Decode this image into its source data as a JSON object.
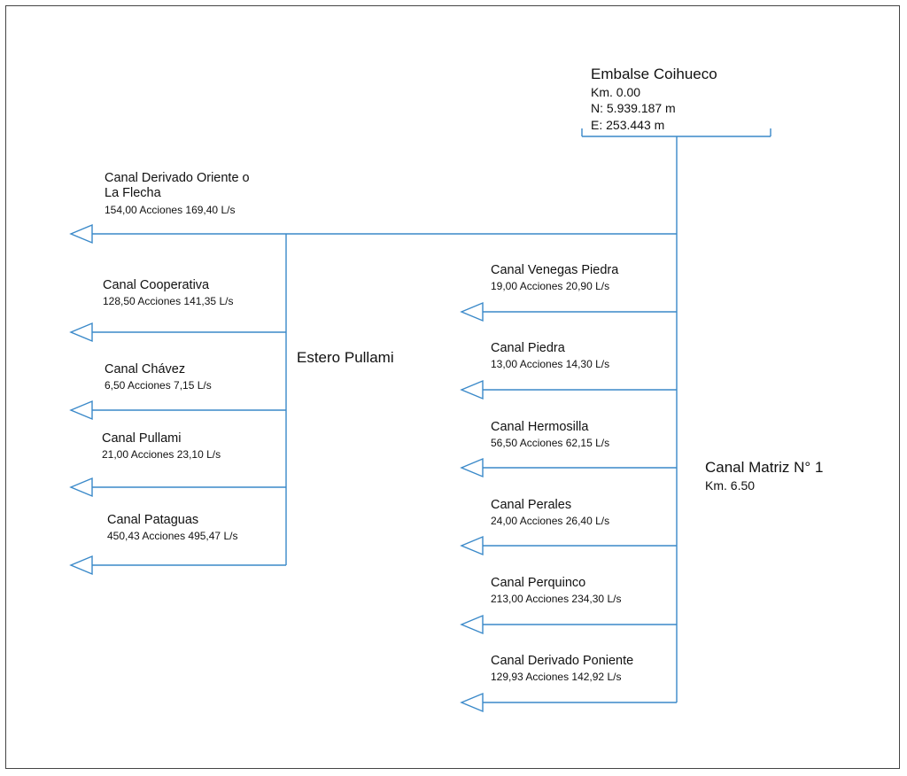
{
  "colors": {
    "line": "#3a89c9",
    "frame": "#444444",
    "text": "#111111"
  },
  "reservoir": {
    "name": "Embalse Coihueco",
    "km": "Km. 0.00",
    "north": "N: 5.939.187 m",
    "east": "E: 253.443 m"
  },
  "main_canal": {
    "name": "Canal Matriz N° 1",
    "km": "Km. 6.50"
  },
  "estero": {
    "name": "Estero Pullami"
  },
  "left_canals": [
    {
      "name_line1": "Canal Derivado Oriente o",
      "name_line2": "La Flecha",
      "detail": "154,00 Acciones 169,40 L/s"
    },
    {
      "name": "Canal Cooperativa",
      "detail": "128,50 Acciones 141,35 L/s"
    },
    {
      "name": "Canal Chávez",
      "detail": "6,50 Acciones 7,15 L/s"
    },
    {
      "name": "Canal Pullami",
      "detail": "21,00 Acciones 23,10 L/s"
    },
    {
      "name": "Canal Pataguas",
      "detail": "450,43 Acciones 495,47 L/s"
    }
  ],
  "right_canals": [
    {
      "name": "Canal Venegas Piedra",
      "detail": "19,00 Acciones 20,90 L/s"
    },
    {
      "name": "Canal Piedra",
      "detail": "13,00 Acciones 14,30 L/s"
    },
    {
      "name": "Canal Hermosilla",
      "detail": "56,50 Acciones 62,15 L/s"
    },
    {
      "name": "Canal Perales",
      "detail": "24,00 Acciones 26,40 L/s"
    },
    {
      "name": "Canal Perquinco",
      "detail": "213,00 Acciones 234,30 L/s"
    },
    {
      "name": "Canal Derivado Poniente",
      "detail": "129,93 Acciones 142,92 L/s"
    }
  ]
}
